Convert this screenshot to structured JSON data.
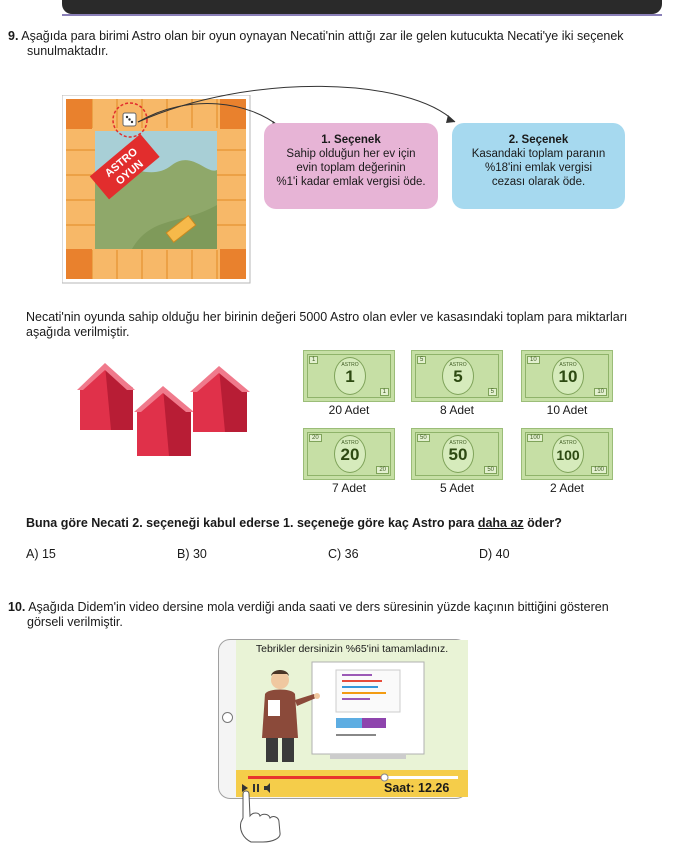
{
  "q9": {
    "number": "9.",
    "text_line1": "Aşağıda para birimi Astro olan bir oyun oynayan Necati'nin attığı zar ile gelen kutucukta Necati'ye iki seçenek",
    "text_line2": "sunulmaktadır.",
    "board_logo": [
      "ASTRO",
      "OYUN"
    ],
    "option1_title": "1. Seçenek",
    "option1_text": [
      "Sahip olduğun her ev için",
      "evin toplam değerinin",
      "%1'i kadar emlak vergisi öde."
    ],
    "option2_title": "2. Seçenek",
    "option2_text": [
      "Kasandaki toplam paranın",
      "%18'ini emlak vergisi",
      "cezası olarak öde."
    ],
    "info_line1": "Necati'nin oyunda sahip olduğu her birinin değeri 5000 Astro olan evler ve kasasındaki toplam para miktarları",
    "info_line2": "aşağıda verilmiştir.",
    "bills": [
      {
        "value": "1",
        "count": "20 Adet"
      },
      {
        "value": "5",
        "count": "8 Adet"
      },
      {
        "value": "10",
        "count": "10 Adet"
      },
      {
        "value": "20",
        "count": "7 Adet"
      },
      {
        "value": "50",
        "count": "5 Adet"
      },
      {
        "value": "100",
        "count": "2 Adet"
      }
    ],
    "bill_label": "ASTRO",
    "question_a": "Buna göre Necati 2. seçeneği kabul ederse 1. seçeneğe göre kaç Astro para ",
    "question_u": "daha az",
    "question_b": " öder?",
    "choices": [
      "A) 15",
      "B) 30",
      "C) 36",
      "D) 40"
    ]
  },
  "q10": {
    "number": "10.",
    "text_line1": "Aşağıda Didem'in video dersine mola verdiği anda saati ve ders süresinin yüzde kaçının bittiğini gösteren",
    "text_line2": "görseli verilmiştir.",
    "banner": "Tebrikler dersinizin %65'ini tamamladınız.",
    "clock": "Saat: 12.26",
    "progress": 0.65
  },
  "colors": {
    "option1_bg": "#e7b4d6",
    "option2_bg": "#a6d9ef",
    "board_orange": "#f2a13b",
    "house_red": "#e0314a",
    "bill_green": "#c6dfa5",
    "video_bar": "#f5cd4a",
    "progress_red": "#e8332d"
  }
}
